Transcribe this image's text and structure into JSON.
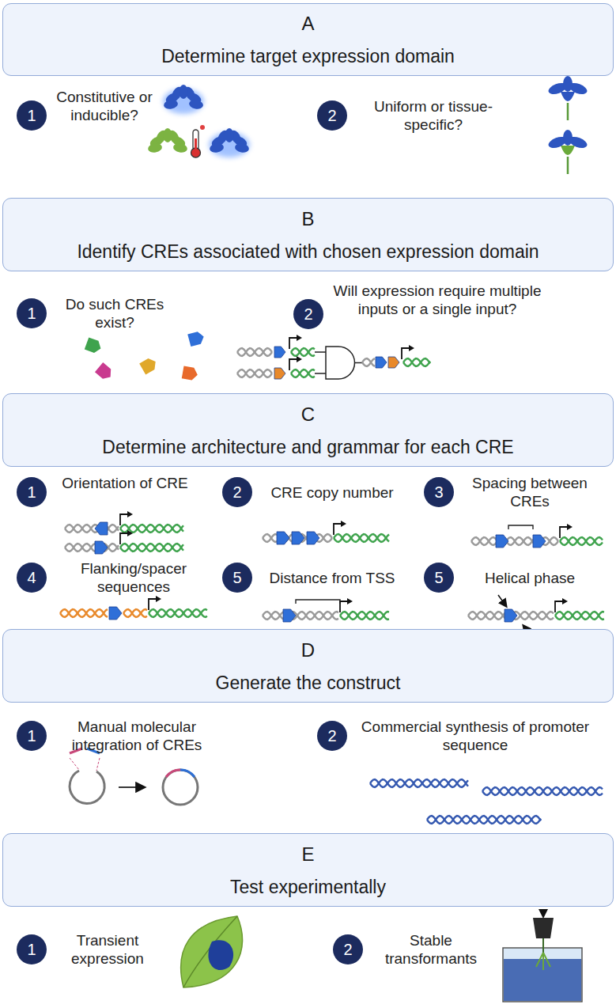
{
  "diagram": {
    "nodes": [
      {
        "text": [
          "A",
          "Determine target expression domain"
        ]
      },
      {
        "text": [
          "1"
        ]
      },
      {
        "text": [
          "2"
        ]
      },
      {
        "text": [
          "B",
          "Identify CREs associated with chosen expression domain"
        ]
      },
      {
        "text": [
          "1"
        ]
      },
      {
        "text": [
          "2"
        ]
      },
      {
        "text": [
          "C",
          "Determine architecture and grammar for each CRE"
        ]
      },
      {
        "text": [
          "1"
        ]
      },
      {
        "text": [
          "2"
        ]
      },
      {
        "text": [
          "3"
        ]
      },
      {
        "text": [
          "4"
        ]
      },
      {
        "text": [
          "5"
        ]
      },
      {
        "text": [
          "5"
        ]
      },
      {
        "text": [
          "D",
          "Generate the construct"
        ]
      },
      {
        "text": [
          "1"
        ]
      },
      {
        "text": [
          "2"
        ]
      },
      {
        "text": [
          "E",
          "Test experimentally"
        ]
      },
      {
        "text": [
          "1"
        ]
      },
      {
        "text": [
          "2"
        ]
      }
    ],
    "labels": [
      "Constitutive or inducible?",
      "Uniform or tissue-specific?",
      "Do such CREs exist?",
      "Will expression require multiple inputs or a single input?",
      "Orientation of CRE",
      "CRE copy number",
      "Spacing between CREs",
      "Flanking/spacer sequences",
      "Distance from TSS",
      "Helical phase",
      "Manual molecular integration of CREs",
      "Commercial synthesis of promoter sequence",
      "Transient expression",
      "Stable transformants"
    ]
  }
}
